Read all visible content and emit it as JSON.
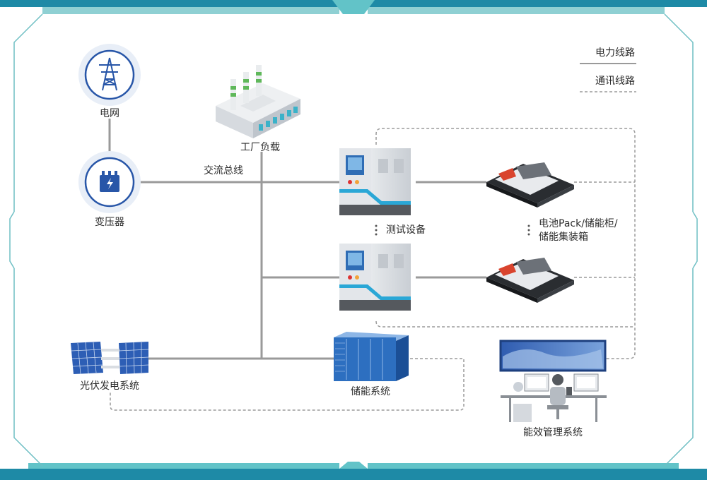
{
  "legend": {
    "power_line": "电力线路",
    "comm_line": "通讯线路"
  },
  "nodes": {
    "grid": "电网",
    "transformer": "变压器",
    "factory_load": "工厂负载",
    "ac_bus": "交流总线",
    "test_equipment": "测试设备",
    "battery_pack": "电池Pack/储能柜/\n储能集装箱",
    "pv_system": "光伏发电系统",
    "energy_storage": "储能系统",
    "ems": "能效管理系统"
  },
  "colors": {
    "frame": "#6fbfc4",
    "frame_dark": "#1e8aa6",
    "power_line": "#9a9a9a",
    "comm_line": "#9a9a9a",
    "icon_blue": "#2856a8",
    "icon_circle": "#e8eef7",
    "cabinet": "#d9dde2",
    "cabinet_stripe": "#2aa7d6",
    "storage_blue": "#2d6fc0",
    "screen_blue": "#3a63b8"
  }
}
